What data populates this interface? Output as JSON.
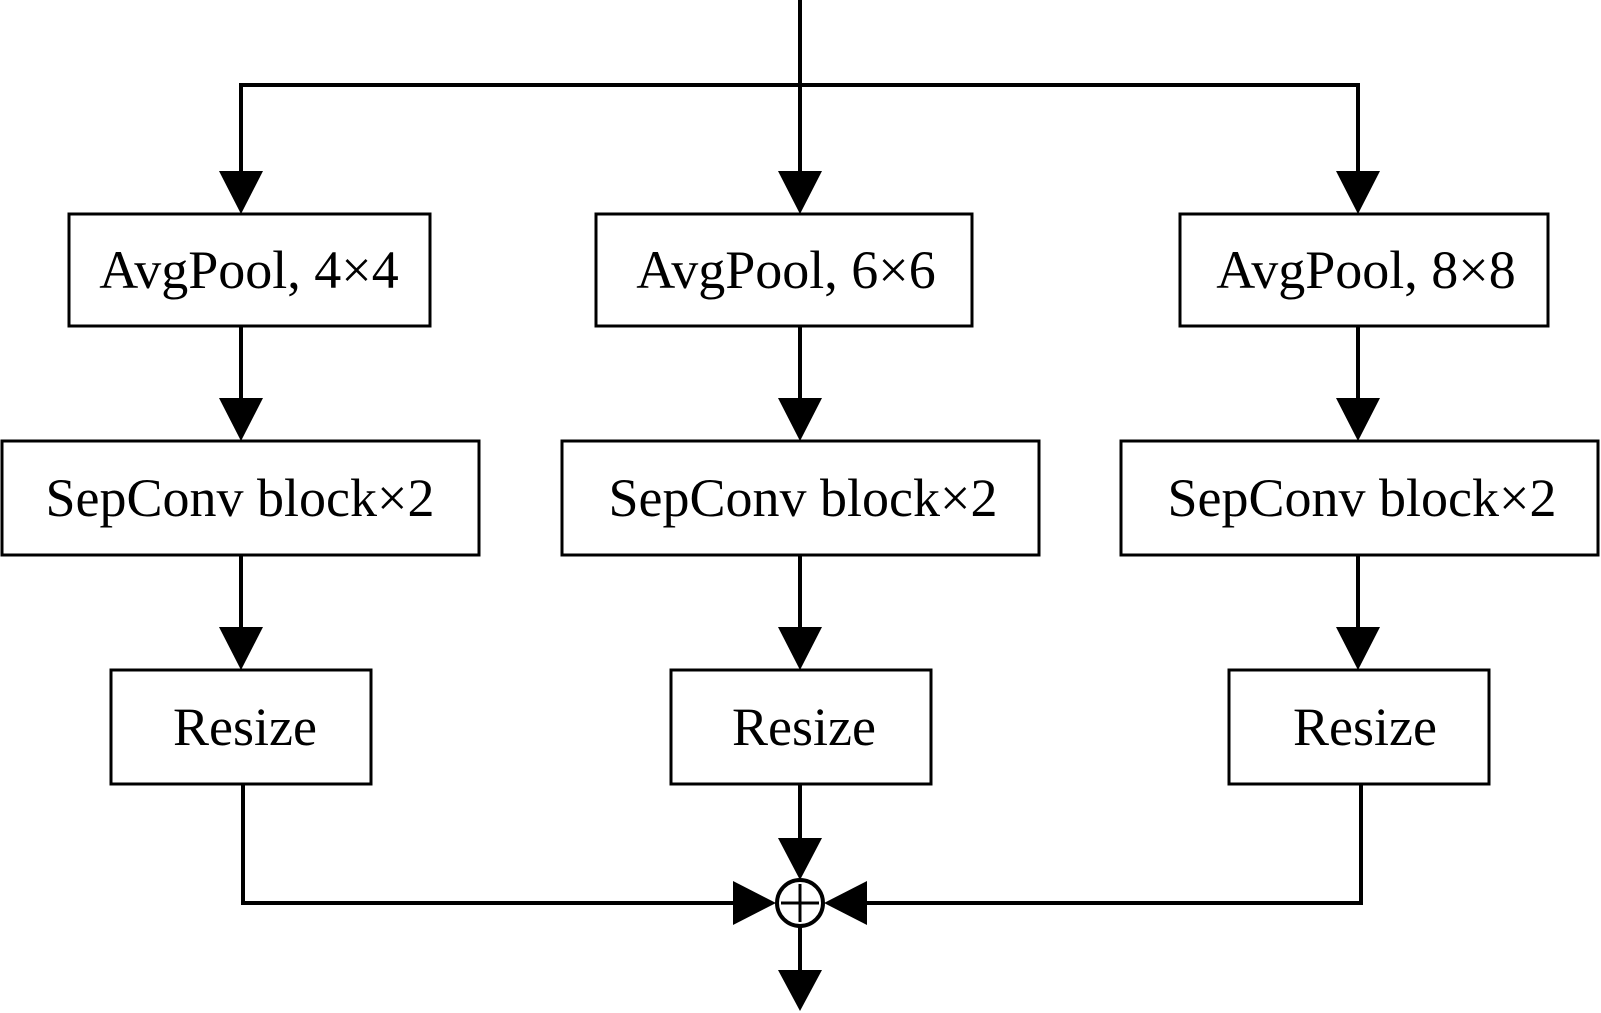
{
  "diagram": {
    "branches": [
      {
        "pool_label": "AvgPool, 4×4",
        "conv_label": "SepConv block×2",
        "resize_label": "Resize"
      },
      {
        "pool_label": "AvgPool, 6×6",
        "conv_label": "SepConv block×2",
        "resize_label": "Resize"
      },
      {
        "pool_label": "AvgPool, 8×8",
        "conv_label": "SepConv block×2",
        "resize_label": "Resize"
      }
    ],
    "merge_node": "element-wise sum"
  }
}
